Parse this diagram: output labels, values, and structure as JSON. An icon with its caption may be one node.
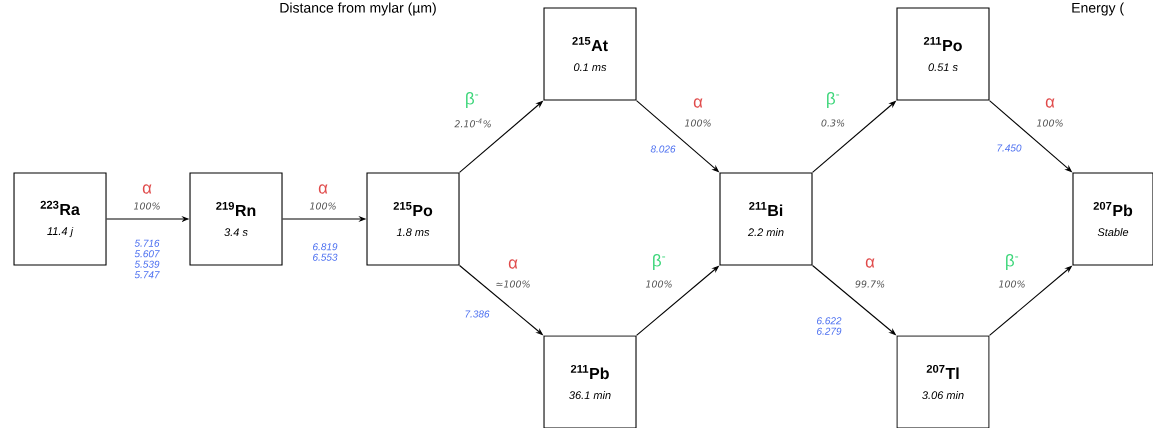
{
  "diagram": {
    "nodes": [
      {
        "text": [
          "$^{223}$Ra",
          "11.4 j"
        ]
      },
      {
        "text": [
          "$^{219}$Rn",
          "3.4 s"
        ]
      },
      {
        "text": [
          "$^{215}$Po",
          "1.8 ms"
        ]
      },
      {
        "text": [
          "$^{215}$At",
          "0.1 ms"
        ]
      },
      {
        "text": [
          "$^{211}$Pb",
          "36.1 min"
        ]
      },
      {
        "text": [
          "$^{211}$Bi",
          "2.2 min"
        ]
      },
      {
        "text": [
          "$^{211}$Po",
          "0.51 s"
        ]
      },
      {
        "text": [
          "$^{207}$Tl",
          "3.06 min"
        ]
      },
      {
        "text": [
          "$^{207}$Pb",
          "Stable"
        ]
      }
    ],
    "edges": [
      {
        "from": 0,
        "to": 1,
        "arrow": "to",
        "label": "α"
      },
      {
        "from": 1,
        "to": 2,
        "arrow": "to",
        "label": "α"
      },
      {
        "from": 2,
        "to": 3,
        "arrow": "to",
        "label": "β$^{-}$"
      },
      {
        "from": 2,
        "to": 4,
        "arrow": "to",
        "label": "α"
      },
      {
        "from": 3,
        "to": 5,
        "arrow": "to",
        "label": "α"
      },
      {
        "from": 4,
        "to": 5,
        "arrow": "to",
        "label": "β$^{-}$"
      },
      {
        "from": 5,
        "to": 6,
        "arrow": "to",
        "label": "β$^{-}$"
      },
      {
        "from": 5,
        "to": 7,
        "arrow": "to",
        "label": "α"
      },
      {
        "from": 6,
        "to": 8,
        "arrow": "to",
        "label": "α"
      },
      {
        "from": 7,
        "to": 8,
        "arrow": "to",
        "label": "β$^{-}$"
      }
    ],
    "labels": [
      "Distance from mylar (µm)",
      "Energy (",
      "100%",
      "5.716 5.607 5.539 5.747",
      "100%",
      "6.819 6.553",
      "2.10$^{-4}$%",
      "≃100%",
      "7.386",
      "100%",
      "8.026",
      "100%",
      "0.3%",
      "99.7%",
      "6.622 6.279",
      "100%",
      "7.450",
      "100%"
    ]
  }
}
